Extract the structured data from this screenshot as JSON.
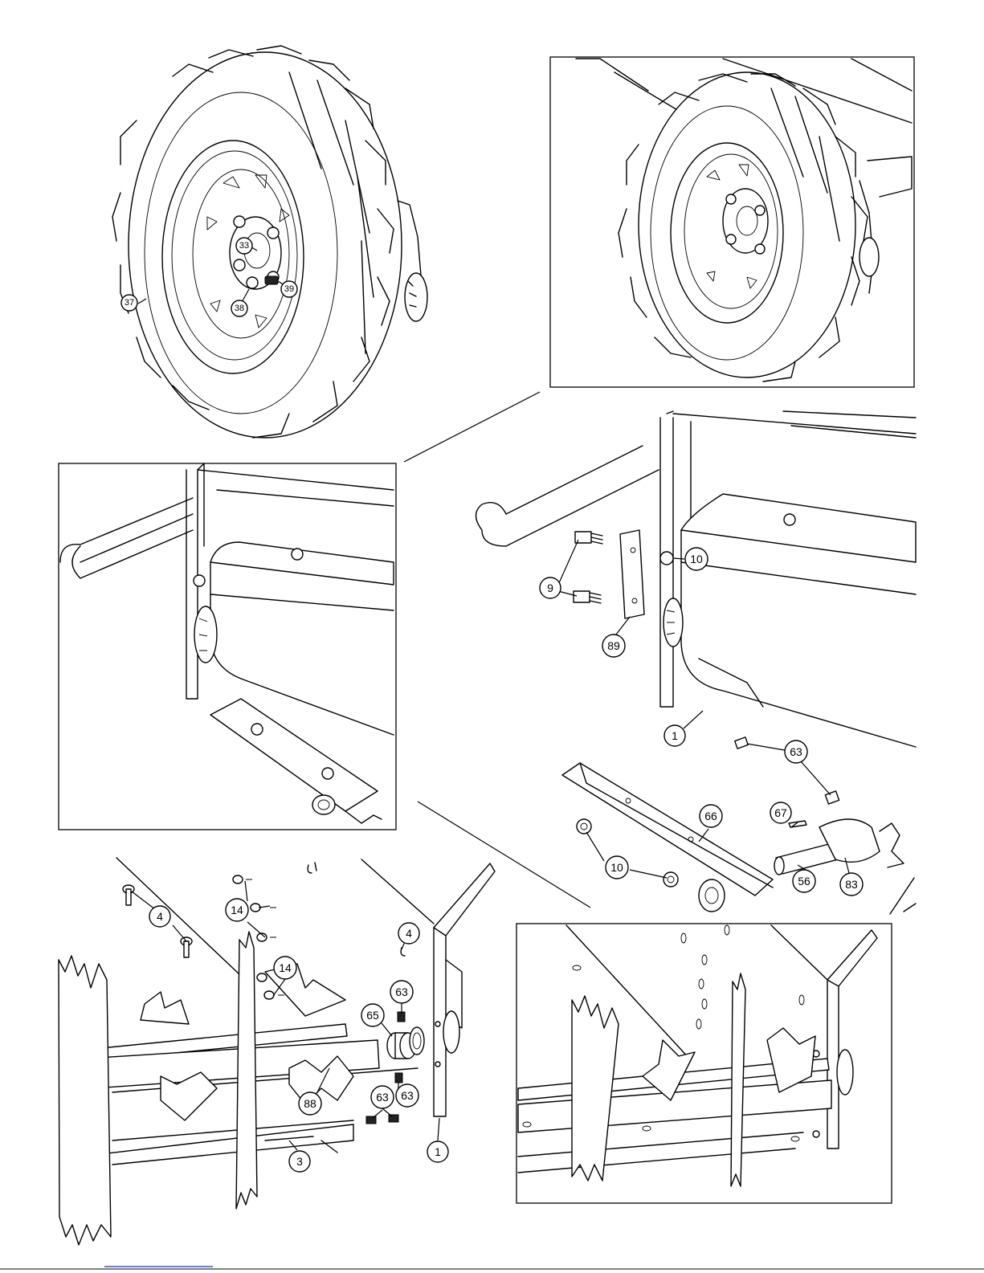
{
  "callouts": {
    "c33": "33",
    "c39": "39",
    "c38": "38",
    "c37": "37",
    "c10a": "10",
    "c9": "9",
    "c89": "89",
    "c1a": "1",
    "c63a": "63",
    "c67": "67",
    "c66": "66",
    "c10b": "10",
    "c56": "56",
    "c83": "83",
    "c4a": "4",
    "c14a": "14",
    "c14b": "14",
    "c4b": "4",
    "c63b": "63",
    "c65": "65",
    "c63c": "63",
    "c63d": "63",
    "c88": "88",
    "c1b": "1",
    "c3": "3"
  }
}
